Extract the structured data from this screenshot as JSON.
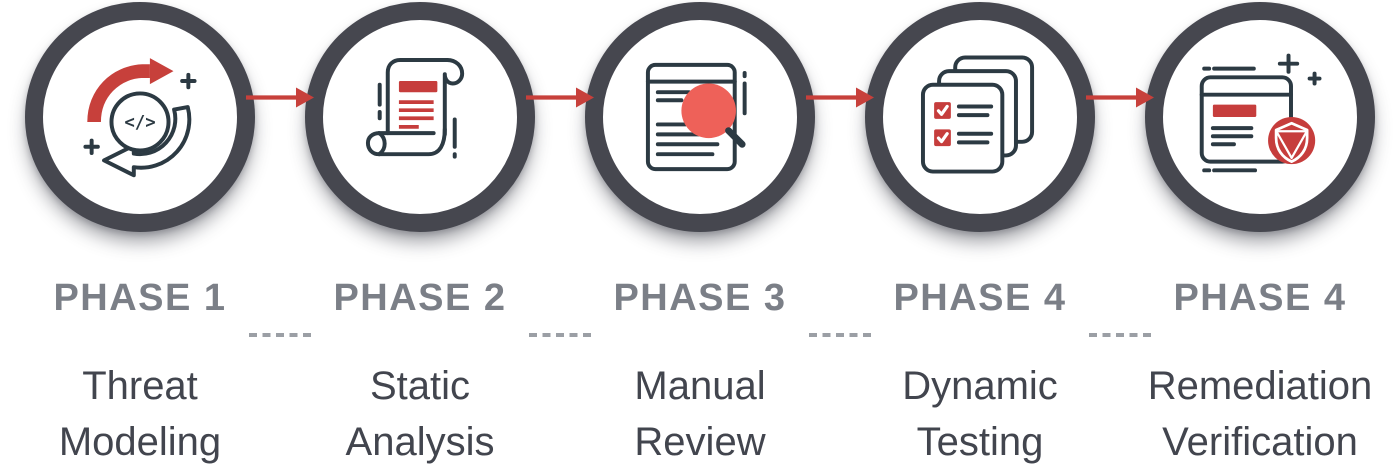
{
  "diagram": {
    "kind": "process-flow",
    "step_count": 5,
    "connector_style": "red-arrow",
    "separator_style": "gray-dashes"
  },
  "steps": [
    {
      "phase": "PHASE 1",
      "name_line1": "Threat",
      "name_line2": "Modeling",
      "icon": "code-cycle-icon"
    },
    {
      "phase": "PHASE 2",
      "name_line1": "Static",
      "name_line2": "Analysis",
      "icon": "scroll-document-icon"
    },
    {
      "phase": "PHASE 3",
      "name_line1": "Manual",
      "name_line2": "Review",
      "icon": "document-magnifier-icon"
    },
    {
      "phase": "PHASE 4",
      "name_line1": "Dynamic",
      "name_line2": "Testing",
      "icon": "checklist-stack-icon"
    },
    {
      "phase": "PHASE 4",
      "name_line1": "Remediation",
      "name_line2": "Verification",
      "icon": "browser-shield-icon"
    }
  ],
  "icon_glyphs": {
    "code_symbol": "</>"
  },
  "colors": {
    "ring": "#46474f",
    "icon_stroke": "#2c3a43",
    "arrow_red": "#c7403b",
    "icon_red": "#c63d3c",
    "coral": "#ee6159",
    "phase_label": "#7b7f87",
    "phase_name": "#42454e",
    "dash": "#9b9fa5",
    "bg": "#ffffff"
  }
}
